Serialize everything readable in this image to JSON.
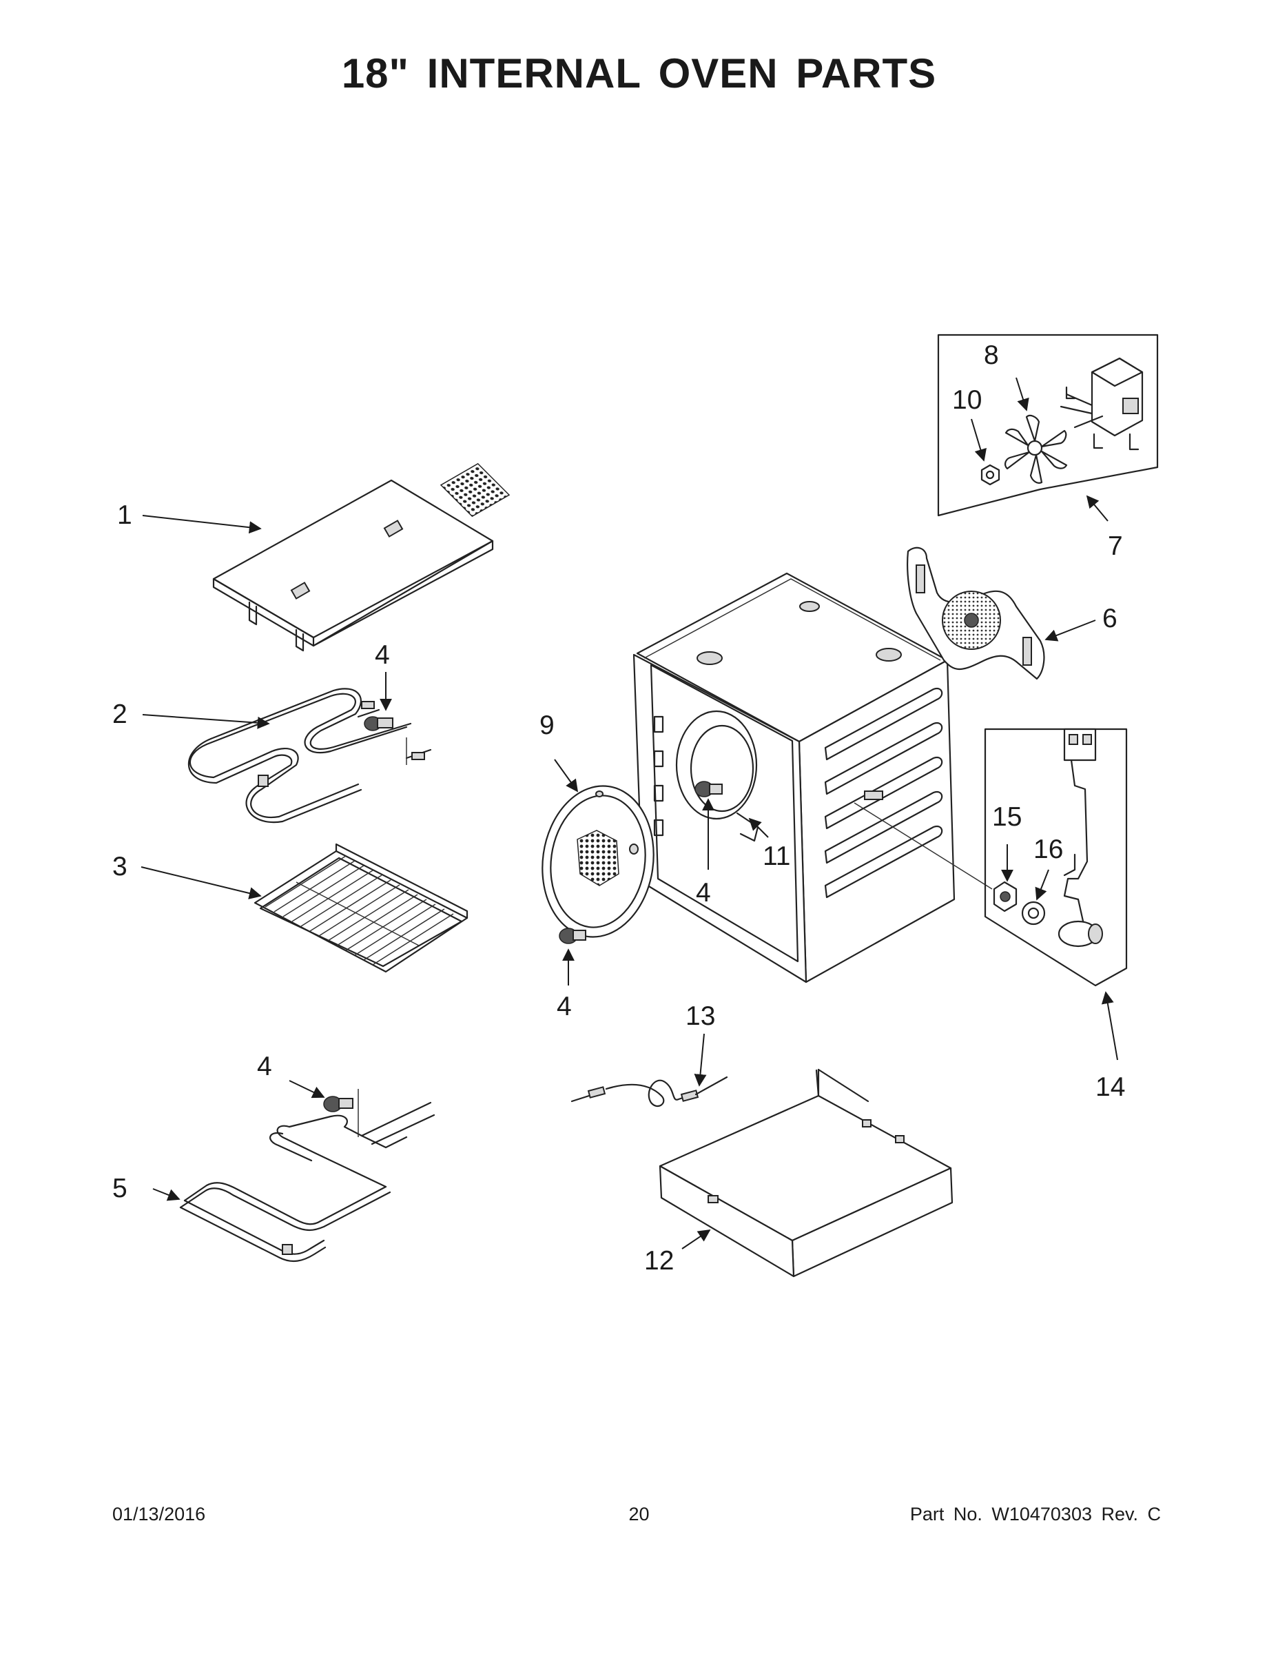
{
  "title": "18\" INTERNAL OVEN PARTS",
  "callouts": {
    "c1": "1",
    "c2": "2",
    "c3": "3",
    "c4a": "4",
    "c4b": "4",
    "c4c": "4",
    "c4d": "4",
    "c5": "5",
    "c6": "6",
    "c7": "7",
    "c8": "8",
    "c9": "9",
    "c10": "10",
    "c11": "11",
    "c12": "12",
    "c13": "13",
    "c14": "14",
    "c15": "15",
    "c16": "16"
  },
  "footer": {
    "date": "01/13/2016",
    "page": "20",
    "part_no": "Part No.  W10470303  Rev.  C"
  }
}
